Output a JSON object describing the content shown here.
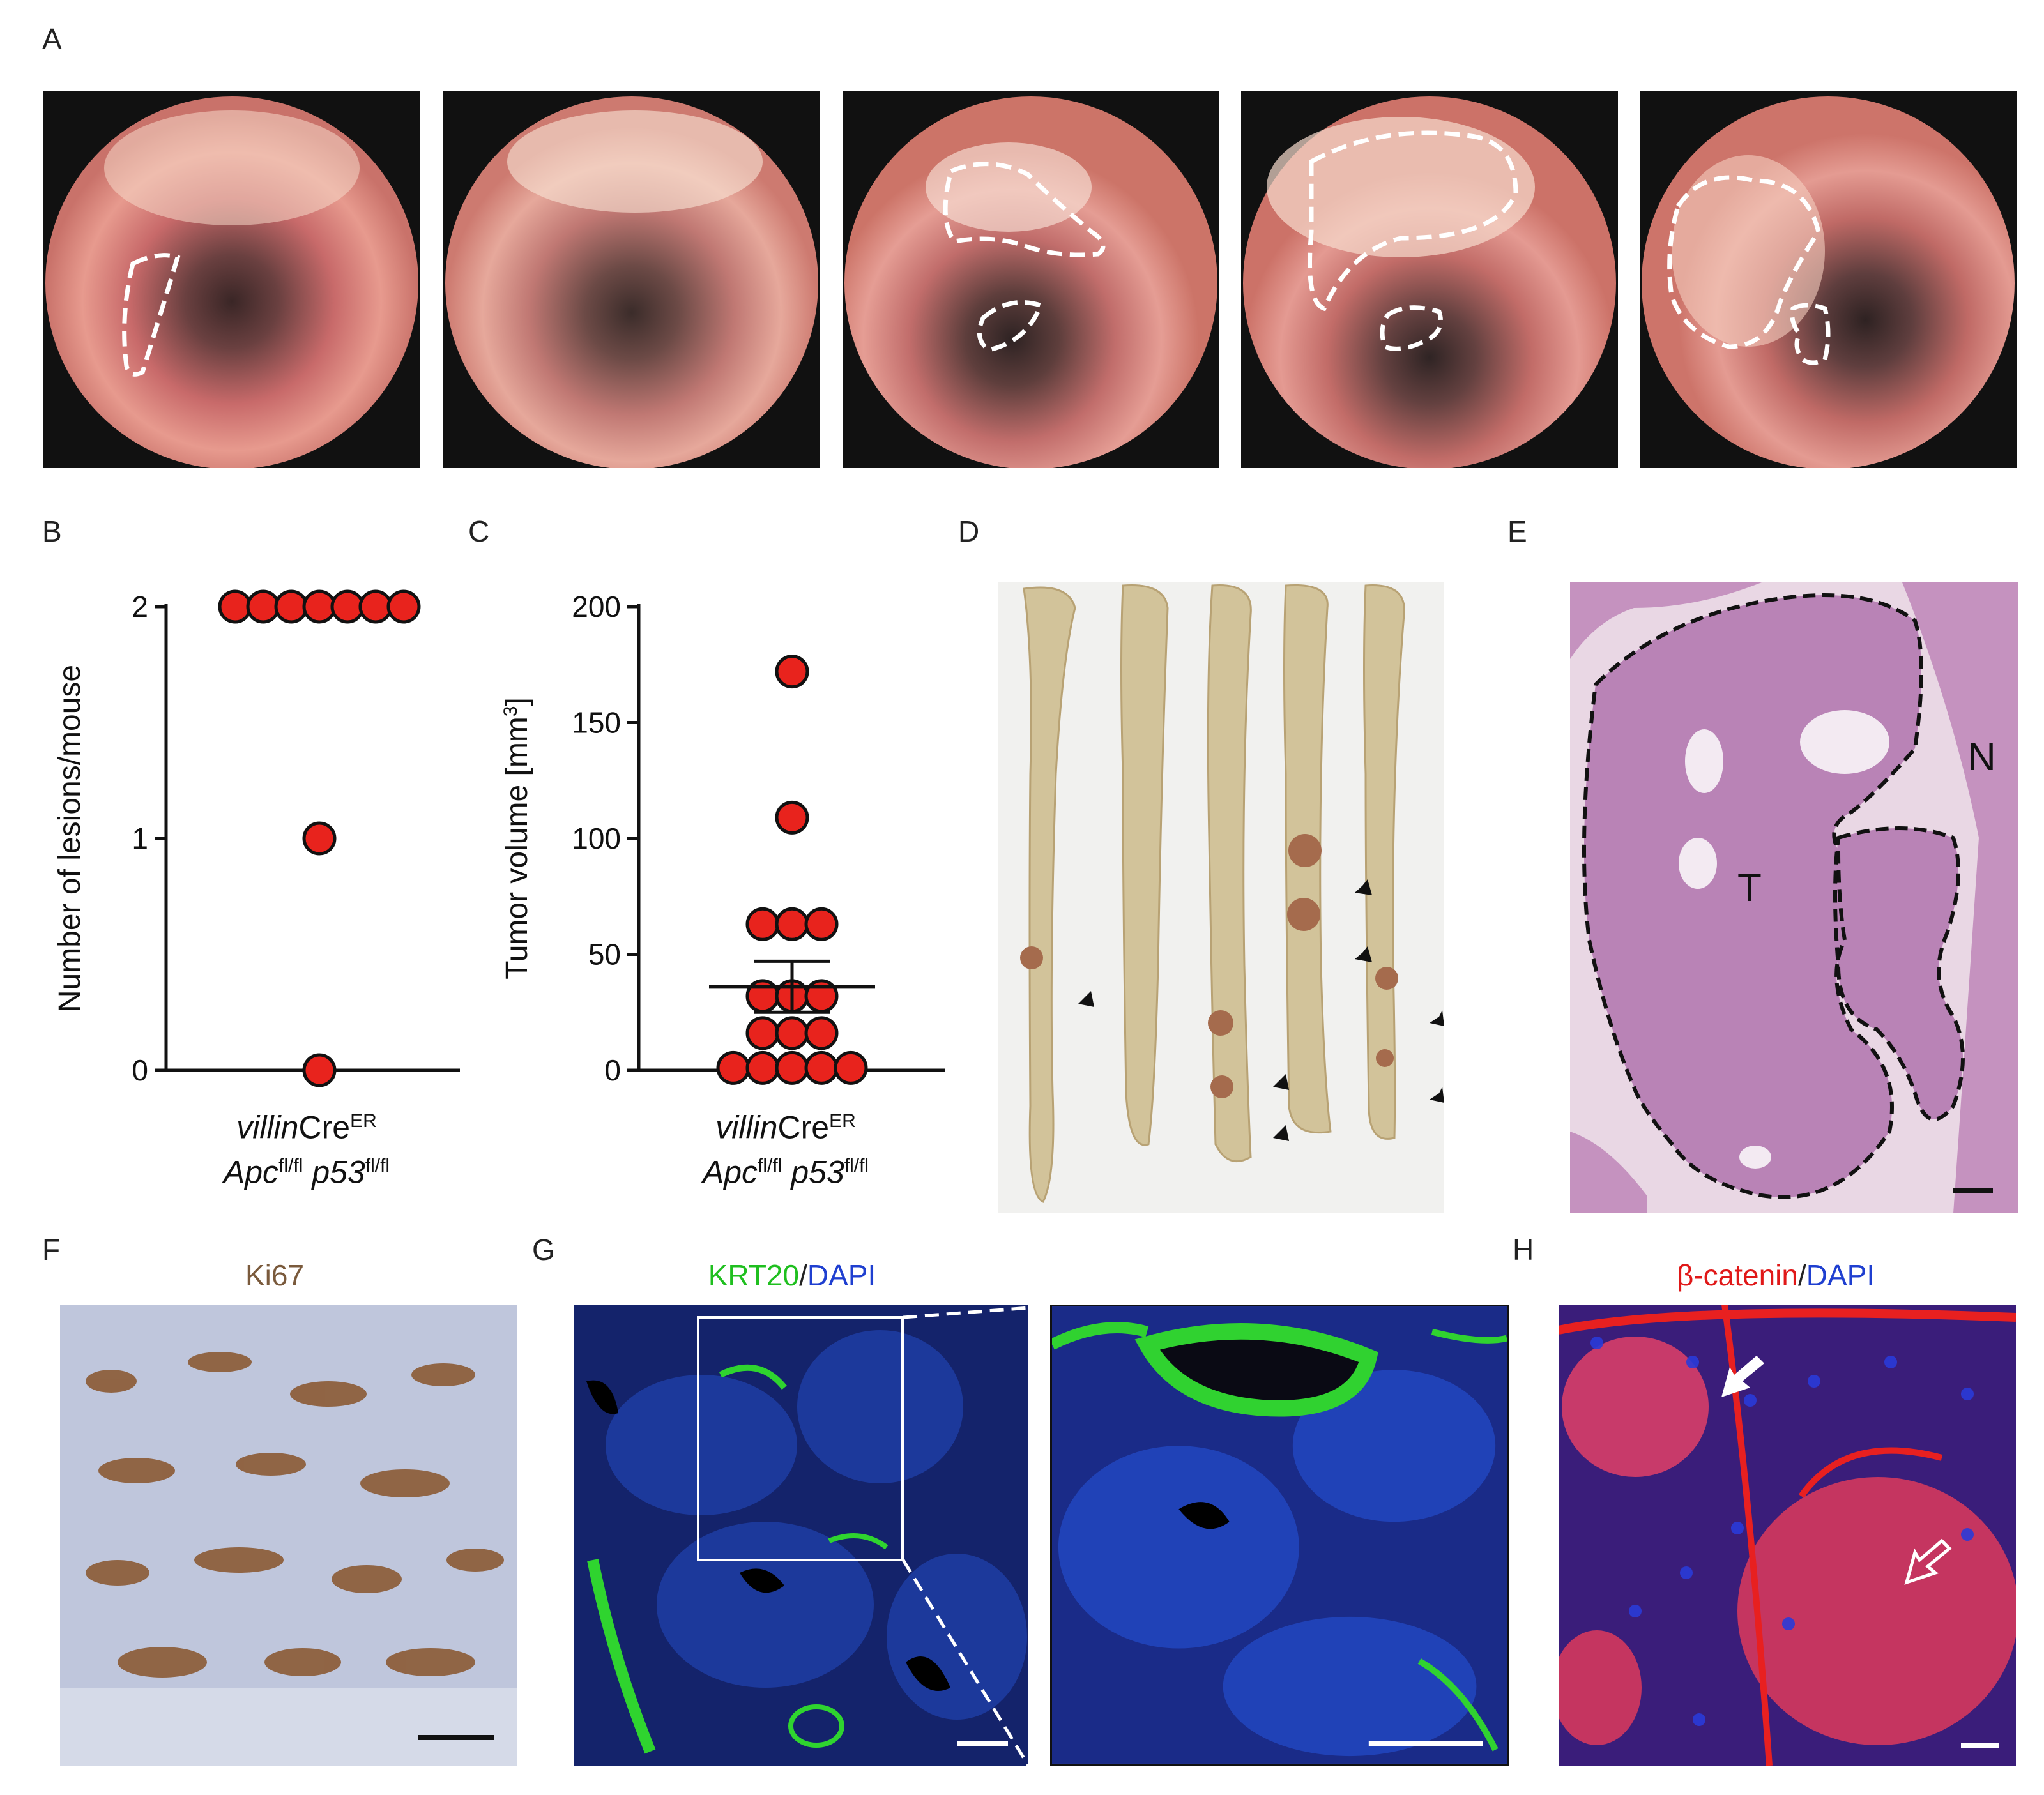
{
  "panels": {
    "a": "A",
    "b": "B",
    "c": "C",
    "d": "D",
    "e": "E",
    "f": "F",
    "g": "G",
    "h": "H"
  },
  "panel_b": {
    "genotype_line1_italic": "villin",
    "genotype_line1_rest": "Cre",
    "genotype_line1_sup": "ER",
    "genotype_line2_a": "Apc",
    "genotype_line2_a_sup": "fl/fl",
    "genotype_line2_b": "p53",
    "genotype_line2_b_sup": "fl/fl"
  },
  "panel_c": {
    "genotype_line1_italic": "villin",
    "genotype_line1_rest": "Cre",
    "genotype_line1_sup": "ER",
    "genotype_line2_a": "Apc",
    "genotype_line2_a_sup": "fl/fl",
    "genotype_line2_b": "p53",
    "genotype_line2_b_sup": "fl/fl"
  },
  "panel_e": {
    "label_t": "T",
    "label_n": "N"
  },
  "panel_f": {
    "title": "Ki67"
  },
  "panel_g": {
    "title_a": "KRT20",
    "title_sep": "/",
    "title_b": "DAPI"
  },
  "panel_h": {
    "title_a": "β-catenin",
    "title_sep": "/",
    "title_b": "DAPI"
  },
  "colors": {
    "marker_fill": "#e8231d",
    "ki67_title": "#7a5a3c",
    "krt20": "#1fbf1f",
    "dapi": "#1f3fd0",
    "beta_catenin": "#e01818"
  },
  "chart_data": [
    {
      "panel": "B",
      "type": "scatter",
      "ylabel": "Number of lesions/mouse",
      "ylim": [
        0,
        2
      ],
      "yticks": [
        "0",
        "1",
        "2"
      ],
      "points": [
        2,
        2,
        2,
        2,
        2,
        2,
        2,
        1,
        0
      ]
    },
    {
      "panel": "C",
      "type": "scatter",
      "ylabel": "Tumor volume [mm",
      "ylabel_sup": "3",
      "ylabel_end": "]",
      "ylim": [
        0,
        200
      ],
      "yticks": [
        "0",
        "50",
        "100",
        "150",
        "200"
      ],
      "points": [
        172,
        109,
        63,
        63,
        63,
        32,
        32,
        32,
        16,
        16,
        16,
        1,
        1,
        1,
        1,
        1
      ],
      "mean": 36,
      "sem_upper": 47,
      "sem_lower": 25
    }
  ]
}
